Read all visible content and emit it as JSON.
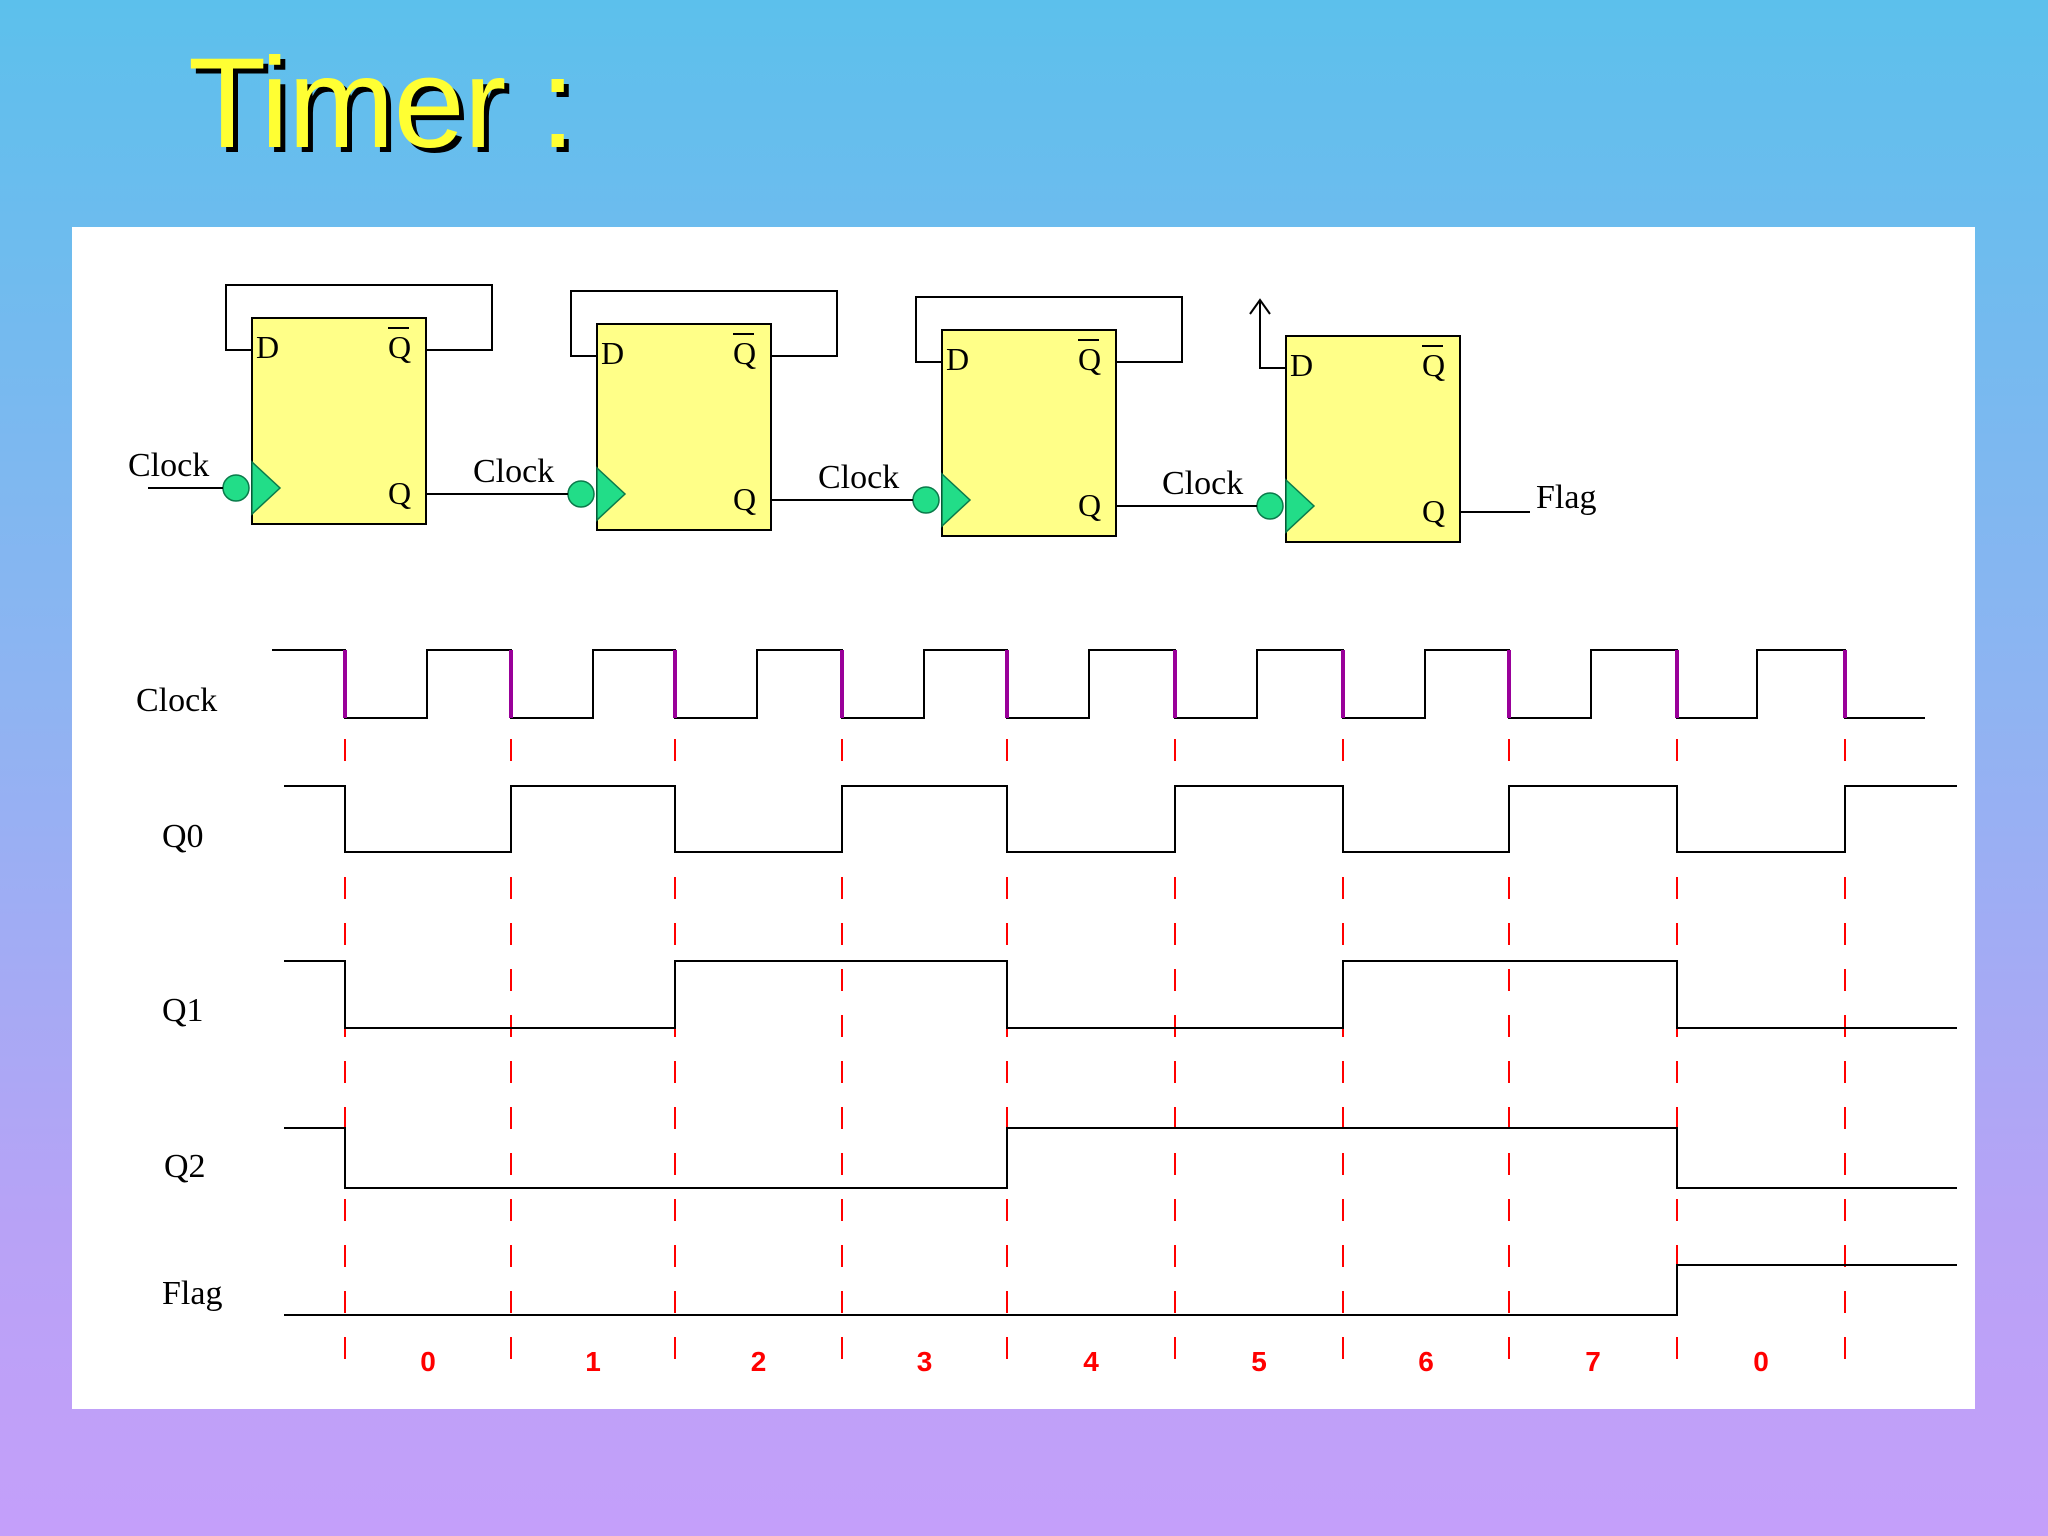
{
  "slide": {
    "title": "Timer :",
    "colors": {
      "title": "#ffff33",
      "ff_fill": "#ffff88",
      "clock_bubble": "#22dd88",
      "edge_marker": "#990099",
      "guide": "#ff0000"
    }
  },
  "circuit": {
    "flipflops": [
      {
        "d": "D",
        "qbar": "Q",
        "q": "Q",
        "clock": "Clock"
      },
      {
        "d": "D",
        "qbar": "Q",
        "q": "Q",
        "clock": "Clock"
      },
      {
        "d": "D",
        "qbar": "Q",
        "q": "Q",
        "clock": "Clock"
      },
      {
        "d": "D",
        "qbar": "Q",
        "q": "Q",
        "clock": "Clock"
      }
    ],
    "output_label": "Flag"
  },
  "timing": {
    "signals": [
      {
        "name": "Clock"
      },
      {
        "name": "Q0"
      },
      {
        "name": "Q1"
      },
      {
        "name": "Q2"
      },
      {
        "name": "Flag"
      }
    ],
    "counts": [
      "0",
      "1",
      "2",
      "3",
      "4",
      "5",
      "6",
      "7",
      "0"
    ]
  }
}
